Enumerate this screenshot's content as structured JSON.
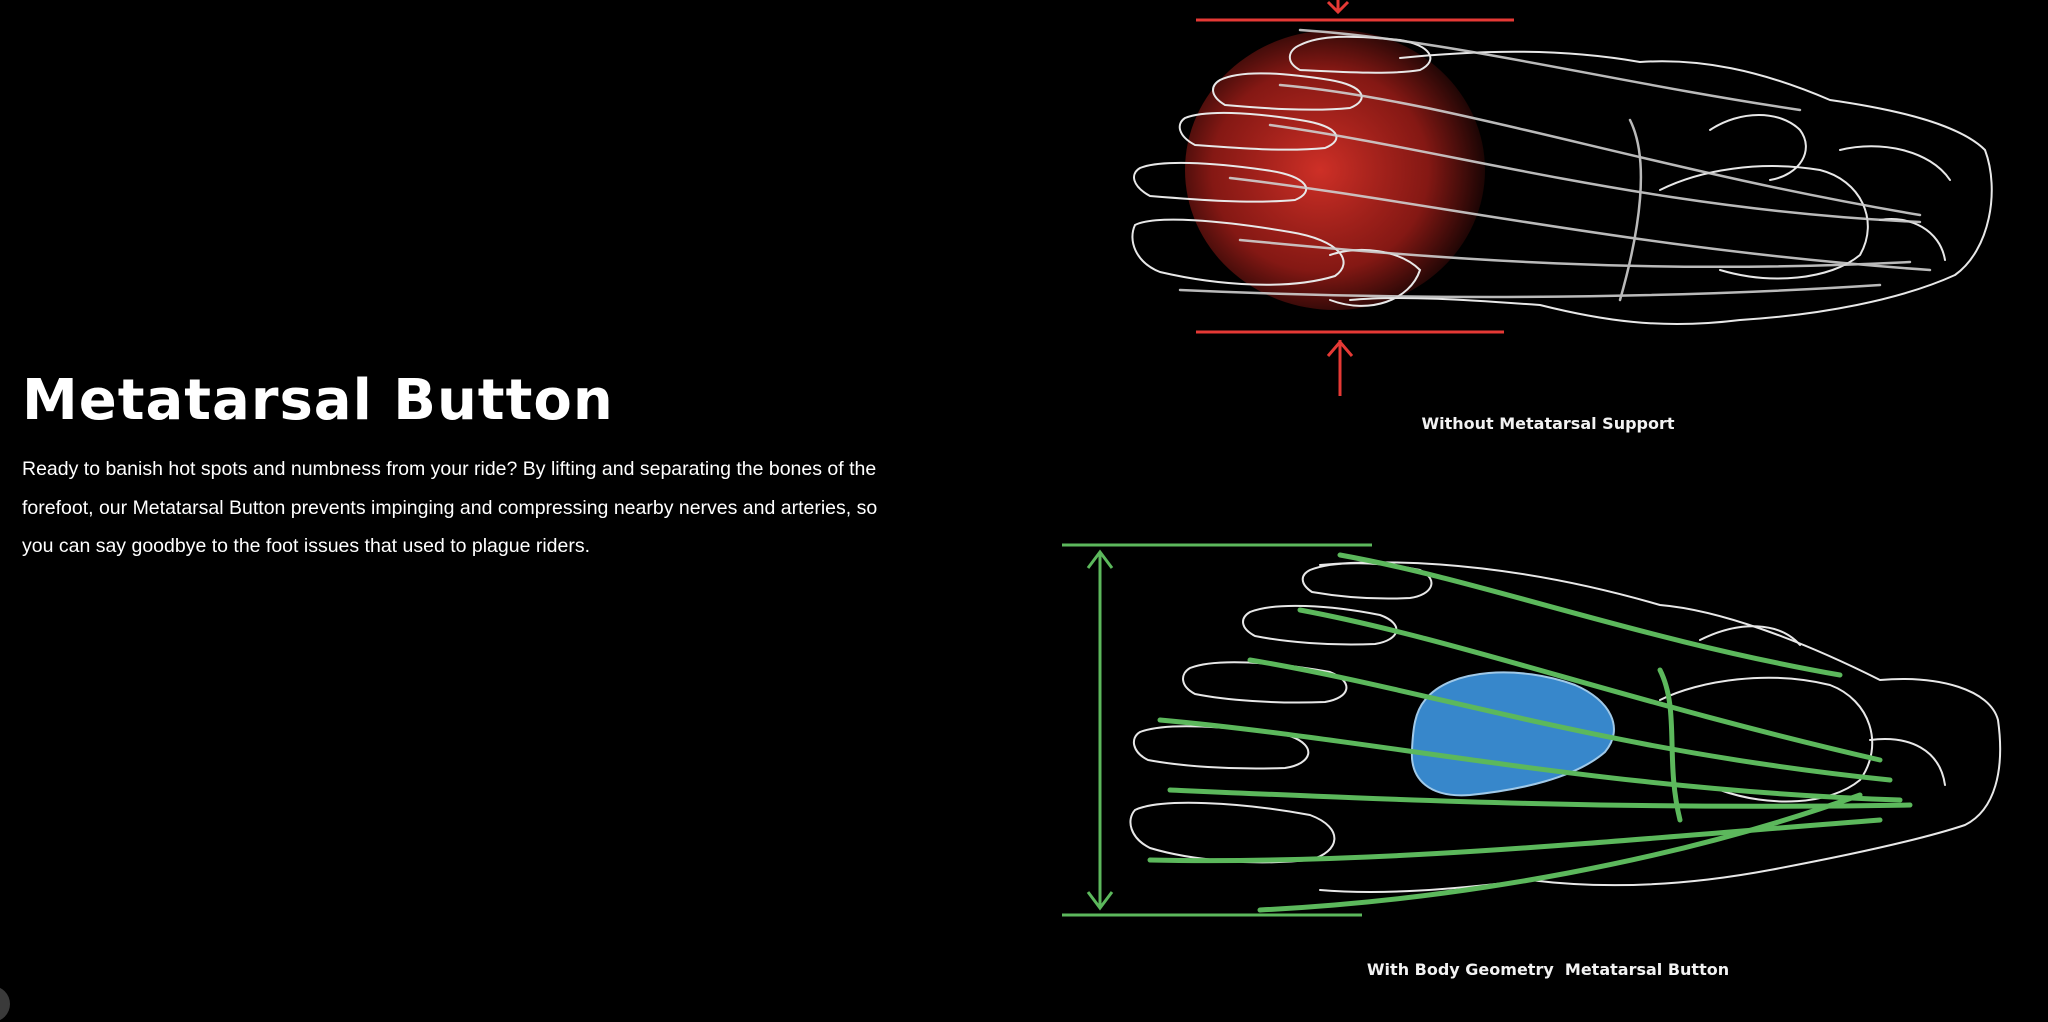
{
  "section": {
    "title": "Metatarsal Button",
    "body": "Ready to banish hot spots and numbness from your ride? By lifting and separating the bones of the forefoot, our Metatarsal Button prevents impinging and compressing nearby nerves and arteries, so you can say goodbye to the foot issues that used to plague riders."
  },
  "figures": {
    "without": {
      "caption": "Without Metatarsal Support",
      "accent": "#e53935",
      "icon": "foot-compressed-illustration"
    },
    "with": {
      "caption": "With Body Geometry  Metatarsal Button",
      "accent": "#5cb85c",
      "button_color": "#3a8fd6",
      "icon": "foot-supported-illustration"
    }
  }
}
